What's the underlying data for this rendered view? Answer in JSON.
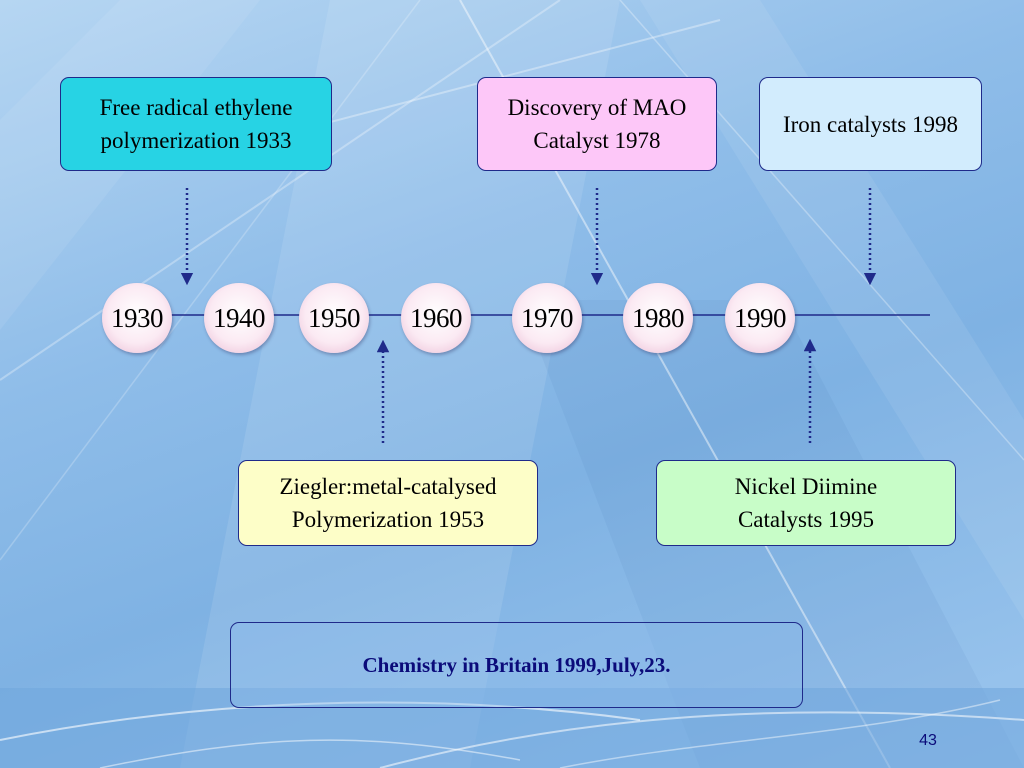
{
  "timeline": {
    "years": [
      "1930",
      "1940",
      "1950",
      "1960",
      "1970",
      "1980",
      "1990"
    ]
  },
  "events": {
    "free_radical": "Free radical ethylene\npolymerization  1933",
    "mao": "Discovery of MAO\nCatalyst 1978",
    "iron": "Iron catalysts 1998",
    "ziegler": "Ziegler:metal-catalysed\nPolymerization 1953",
    "nickel": "Nickel Diimine\nCatalysts 1995"
  },
  "citation": "Chemistry in Britain 1999,July,23.",
  "page_number": "43",
  "colors": {
    "free_radical_fill": "#27d3e4",
    "mao_fill": "#fdc7f8",
    "iron_fill": "#d2ecfd",
    "ziegler_fill": "#fdfec8",
    "nickel_fill": "#c8fdc8",
    "outline": "#1f2a8a",
    "text_blue": "#0b0b7a"
  }
}
